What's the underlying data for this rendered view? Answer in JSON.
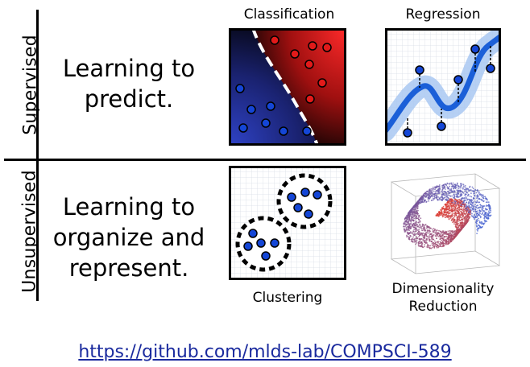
{
  "rows": {
    "supervised": {
      "label": "Supervised",
      "desc_line1": "Learning to",
      "desc_line2": "predict."
    },
    "unsupervised": {
      "label": "Unsupervised",
      "desc_line1": "Learning to",
      "desc_line2": "organize and",
      "desc_line3": "represent."
    }
  },
  "panels": {
    "classification": "Classification",
    "regression": "Regression",
    "clustering": "Clustering",
    "dimred_line1": "Dimensionality",
    "dimred_line2": "Reduction"
  },
  "link": "https://github.com/mlds-lab/COMPSCI-589",
  "colors": {
    "blue": "#1446d6",
    "red": "#e21a1a",
    "link": "#1a2a9e",
    "band": "#9ec0ef"
  }
}
